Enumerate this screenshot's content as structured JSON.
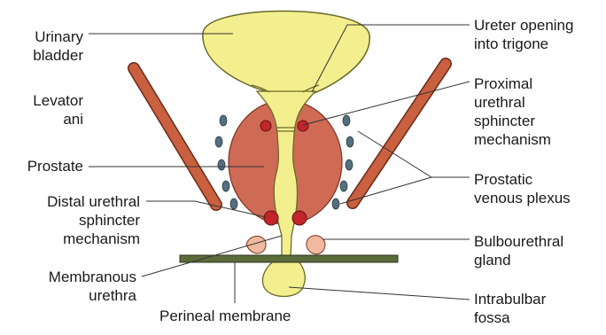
{
  "labels": {
    "urinary_bladder": [
      "Urinary",
      "bladder"
    ],
    "levator_ani": [
      "Levator",
      "ani"
    ],
    "prostate": [
      "Prostate"
    ],
    "distal_sphincter": [
      "Distal urethral",
      "sphincter",
      "mechanism"
    ],
    "membranous_urethra": [
      "Membranous",
      "urethra"
    ],
    "perineal_membrane": [
      "Perineal membrane"
    ],
    "ureter_opening": [
      "Ureter opening",
      "into trigone"
    ],
    "proximal_sphincter": [
      "Proximal",
      "urethral",
      "sphincter",
      "mechanism"
    ],
    "venous_plexus": [
      "Prostatic",
      "venous plexus"
    ],
    "bulbourethral_gland": [
      "Bulbourethral",
      "gland"
    ],
    "intrabulbar_fossa": [
      "Intrabulbar",
      "fossa"
    ]
  },
  "colors": {
    "bladder_fill": "#f4ef8e",
    "outline": "#6a6a2a",
    "prostate_fill": "#cf6a55",
    "sphincter_fill": "#c0262a",
    "muscle_fill": "#c9603f",
    "vein_fill": "#54707e",
    "membrane_fill": "#5c6b3c",
    "leader_line": "#333333"
  }
}
